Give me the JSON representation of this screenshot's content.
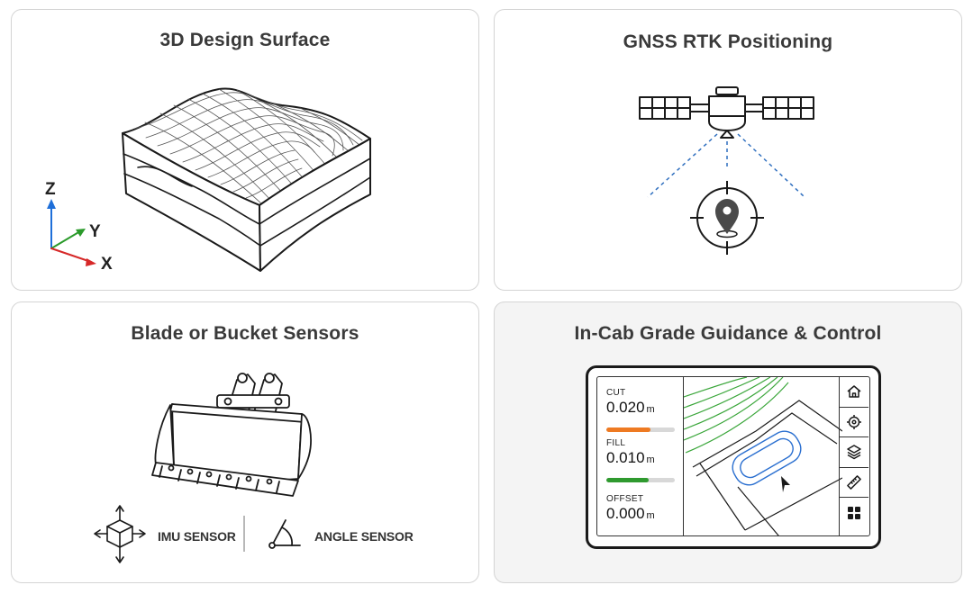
{
  "panels": {
    "surface": {
      "title": "3D Design Surface",
      "axes": {
        "z": "Z",
        "y": "Y",
        "x": "X"
      },
      "axis_colors": {
        "z": "#1e6fd9",
        "y": "#2a9a2a",
        "x": "#d62828"
      }
    },
    "gnss": {
      "title": "GNSS RTK Positioning",
      "beam_color": "#2f6fbf"
    },
    "sensors": {
      "title": "Blade or Bucket Sensors",
      "imu_label": "IMU SENSOR",
      "angle_label": "ANGLE SENSOR"
    },
    "guidance": {
      "title": "In-Cab Grade Guidance & Control",
      "readouts": [
        {
          "label": "CUT",
          "value": "0.020",
          "unit": "m",
          "bar_color": "#ee7a22",
          "bar_level": 0.65
        },
        {
          "label": "FILL",
          "value": "0.010",
          "unit": "m",
          "bar_color": "#2f9a2f",
          "bar_level": 0.62
        },
        {
          "label": "OFFSET",
          "value": "0.000",
          "unit": "m"
        }
      ],
      "toolbar_icons": [
        "home-icon",
        "target-icon",
        "layers-icon",
        "ruler-icon",
        "grid-icon"
      ],
      "map_colors": {
        "contours": "#3aa63a",
        "path": "#2a6fd0"
      }
    }
  }
}
